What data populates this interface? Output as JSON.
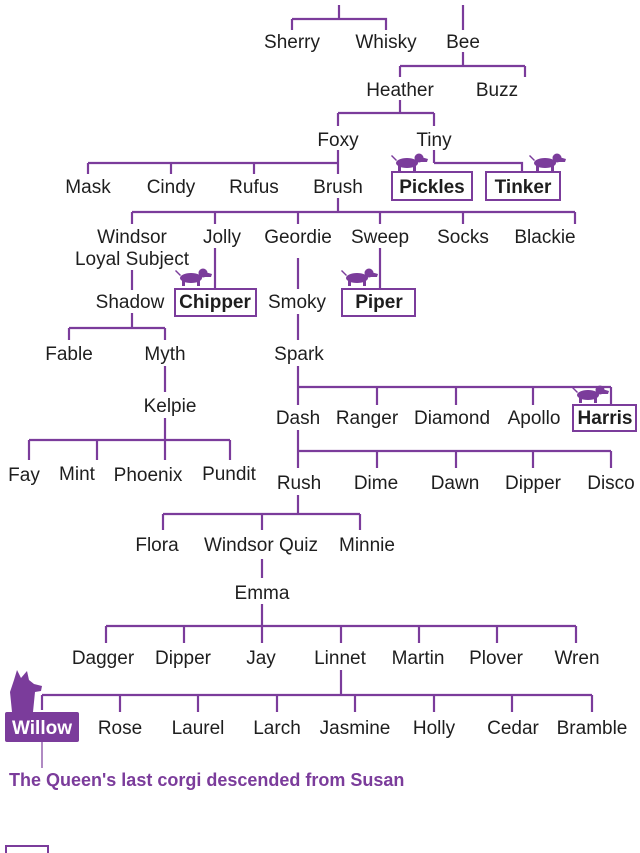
{
  "colors": {
    "line": "#7b3c9b",
    "text": "#1e1e1e",
    "highlight_fill": "#7b3c9b",
    "highlight_text": "#ffffff"
  },
  "names": {
    "sherry": "Sherry",
    "whisky": "Whisky",
    "bee": "Bee",
    "heather": "Heather",
    "buzz": "Buzz",
    "foxy": "Foxy",
    "tiny": "Tiny",
    "mask": "Mask",
    "cindy": "Cindy",
    "rufus": "Rufus",
    "brush": "Brush",
    "pickles": "Pickles",
    "tinker": "Tinker",
    "windsor": "Windsor",
    "loyal_subject": "Loyal Subject",
    "jolly": "Jolly",
    "geordie": "Geordie",
    "sweep": "Sweep",
    "socks": "Socks",
    "blackie": "Blackie",
    "shadow": "Shadow",
    "chipper": "Chipper",
    "smoky": "Smoky",
    "piper": "Piper",
    "fable": "Fable",
    "myth": "Myth",
    "spark": "Spark",
    "kelpie": "Kelpie",
    "dash": "Dash",
    "ranger": "Ranger",
    "diamond": "Diamond",
    "apollo": "Apollo",
    "harris": "Harris",
    "fay": "Fay",
    "mint": "Mint",
    "phoenix": "Phoenix",
    "pundit": "Pundit",
    "rush": "Rush",
    "dime": "Dime",
    "dawn": "Dawn",
    "dipper1": "Dipper",
    "disco": "Disco",
    "flora": "Flora",
    "windsor_quiz": "Windsor Quiz",
    "minnie": "Minnie",
    "emma": "Emma",
    "dagger": "Dagger",
    "dipper2": "Dipper",
    "jay": "Jay",
    "linnet": "Linnet",
    "martin": "Martin",
    "plover": "Plover",
    "wren": "Wren",
    "willow": "Willow",
    "rose": "Rose",
    "laurel": "Laurel",
    "larch": "Larch",
    "jasmine": "Jasmine",
    "holly": "Holly",
    "cedar": "Cedar",
    "bramble": "Bramble"
  },
  "caption": "The Queen's last corgi descended from Susan",
  "icons": [
    "dachshund-icon",
    "corgi-icon"
  ]
}
